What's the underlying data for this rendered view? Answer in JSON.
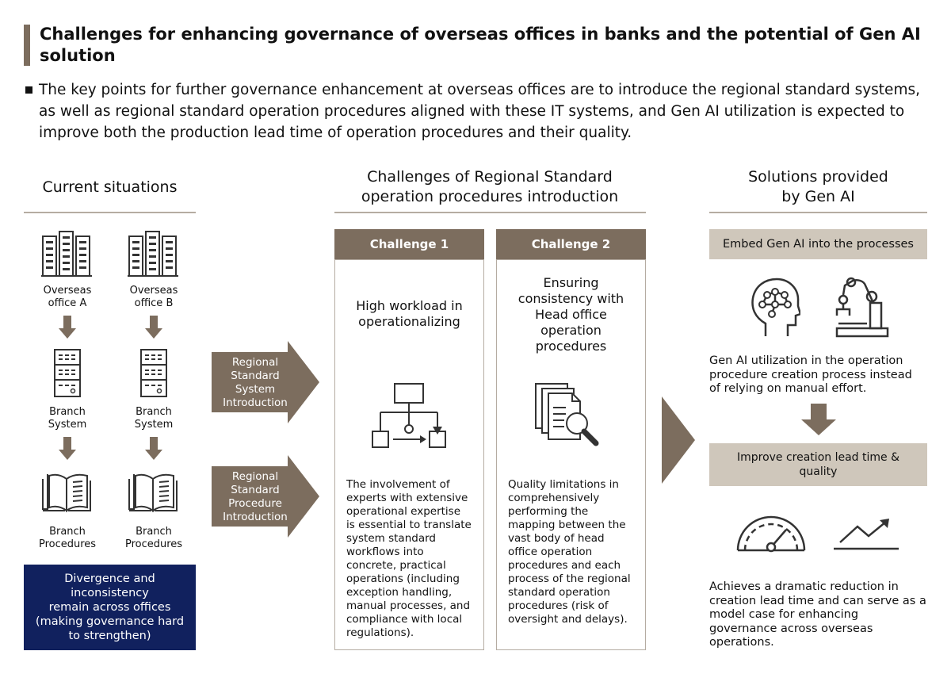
{
  "title": "Challenges for enhancing governance of overseas offices in banks and the potential of Gen AI solution",
  "lead": "The key points for further governance enhancement at overseas offices are to introduce the regional standard systems, as well as regional standard operation procedures aligned with these IT systems, and Gen AI utilization is expected to improve both the production lead time of operation procedures and their quality.",
  "current": {
    "heading": "Current situations",
    "office_a": [
      "Overseas",
      "office A"
    ],
    "office_b": [
      "Overseas",
      "office B"
    ],
    "system": [
      "Branch",
      "System"
    ],
    "procedures": [
      "Branch",
      "Procedures"
    ],
    "divergence": [
      "Divergence and",
      "inconsistency",
      "remain across offices",
      "(making governance hard",
      "to strengthen)"
    ]
  },
  "flow": {
    "system_intro": [
      "Regional",
      "Standard",
      "System",
      "Introduction"
    ],
    "procedure_intro": [
      "Regional",
      "Standard",
      "Procedure",
      "Introduction"
    ]
  },
  "challenges": {
    "heading": [
      "Challenges of Regional Standard",
      "operation procedures introduction"
    ],
    "c1": {
      "label": "Challenge 1",
      "title": [
        "High workload in",
        "operationalizing"
      ],
      "body": [
        "The involvement of",
        "experts with extensive",
        "operational expertise",
        "is essential to translate",
        "system standard",
        "workflows into",
        "concrete, practical",
        "operations (including",
        "exception handling,",
        "manual processes, and",
        "compliance with local",
        "regulations)."
      ]
    },
    "c2": {
      "label": "Challenge 2",
      "title": [
        "Ensuring",
        "consistency with",
        "Head office",
        "operation",
        "procedures"
      ],
      "body": [
        "Quality limitations in",
        "comprehensively",
        "performing the",
        "mapping between the",
        "vast body of head",
        "office operation",
        "procedures and each",
        "process of the regional",
        "standard operation",
        "procedures (risk of",
        "oversight and delays)."
      ]
    }
  },
  "solutions": {
    "heading": [
      "Solutions provided",
      "by Gen AI"
    ],
    "embed": "Embed Gen AI into the processes",
    "utilization": [
      "Gen AI utilization in the operation",
      "procedure creation process instead",
      "of relying on manual effort."
    ],
    "improve": [
      "Improve creation lead time &",
      "quality"
    ],
    "achieve": [
      "Achieves a dramatic reduction in",
      "creation lead time and can serve as a",
      "model case for enhancing",
      "governance across overseas",
      "operations."
    ]
  },
  "colors": {
    "brown": "#7c6d5e",
    "tan": "#cfc7bb",
    "navy": "#11215e",
    "rule": "#b5aca2"
  }
}
